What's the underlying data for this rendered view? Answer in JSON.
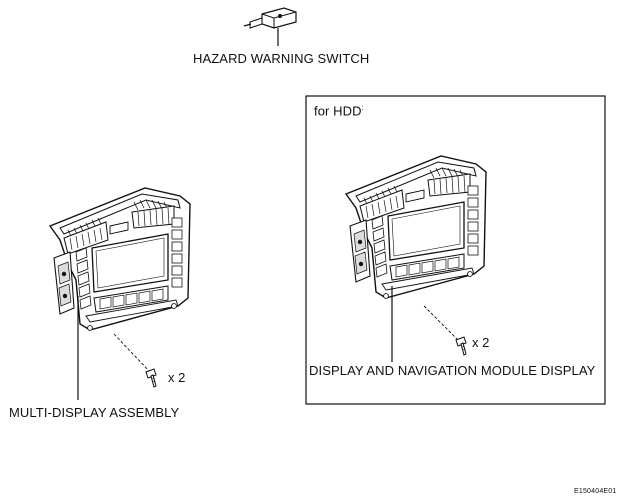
{
  "labels": {
    "hazard_switch": "HAZARD WARNING SWITCH",
    "hdd_box_title": "for HDD",
    "hdd_box_title_mark": ":",
    "multi_display": "MULTI-DISPLAY ASSEMBLY",
    "display_nav": "DISPLAY AND NAVIGATION MODULE DISPLAY",
    "screw_qty_left": "x 2",
    "screw_qty_right": "x 2",
    "figure_id": "E150404E01"
  }
}
